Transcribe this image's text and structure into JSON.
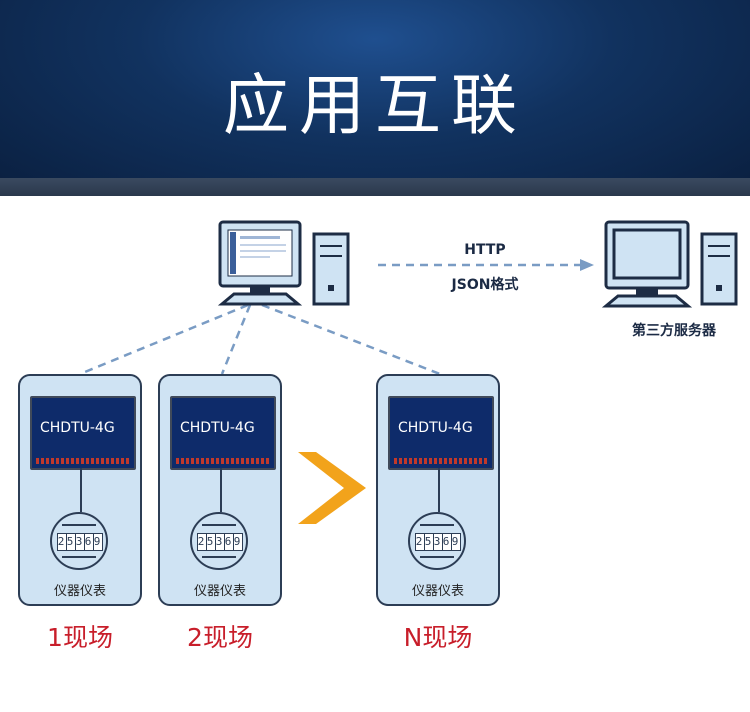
{
  "header": {
    "title": "应用互联"
  },
  "protocol": {
    "line1": "HTTP",
    "line2": "JSON格式"
  },
  "server": {
    "label": "第三方服务器"
  },
  "sites": [
    {
      "device_label": "CHDTU-4G",
      "meter_digits": "25369",
      "meter_label": "仪器仪表",
      "caption": "1现场"
    },
    {
      "device_label": "CHDTU-4G",
      "meter_digits": "25369",
      "meter_label": "仪器仪表",
      "caption": "2现场"
    },
    {
      "device_label": "CHDTU-4G",
      "meter_digits": "25369",
      "meter_label": "仪器仪表",
      "caption": "N现场"
    }
  ],
  "colors": {
    "banner": "#11325f",
    "site_fill": "#cfe3f3",
    "device_fill": "#0e2b6a",
    "dashed_link": "#7a9cc4",
    "ellipsis_arrow": "#f2a31b",
    "caption_red": "#c81e2a"
  }
}
